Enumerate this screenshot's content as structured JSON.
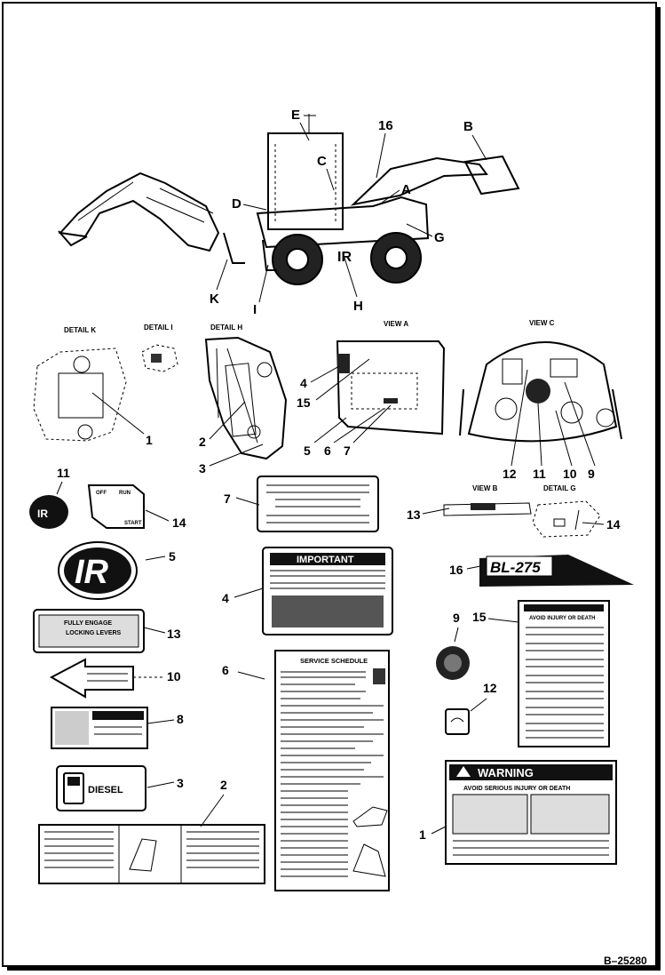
{
  "figure_id": "B–25280",
  "view_labels": {
    "detail_k": "DETAIL K",
    "detail_i": "DETAIL I",
    "detail_h": "DETAIL H",
    "view_a": "VIEW A",
    "view_c": "VIEW C",
    "view_b": "VIEW B",
    "detail_g": "DETAIL G"
  },
  "machine_callouts": {
    "E": "E",
    "B": "B",
    "C": "C",
    "A": "A",
    "D": "D",
    "G": "G",
    "K": "K",
    "I": "I",
    "H": "H",
    "n16": "16"
  },
  "item_numbers": {
    "n1": "1",
    "n2": "2",
    "n3": "3",
    "n4": "4",
    "n5": "5",
    "n6": "6",
    "n7": "7",
    "n8": "8",
    "n9": "9",
    "n10": "10",
    "n11": "11",
    "n12": "12",
    "n13": "13",
    "n14": "14",
    "n15": "15",
    "n16": "16"
  },
  "decal_text": {
    "important": "IMPORTANT",
    "service_schedule": "SERVICE SCHEDULE",
    "warning": "WARNING",
    "avoid_serious_injury": "AVOID SERIOUS INJURY OR DEATH",
    "avoid_injury": "AVOID INJURY OR DEATH",
    "diesel": "DIESEL",
    "model": "BL-275",
    "ir_logo": "IR",
    "fully_engage": "FULLY ENGAGE",
    "locking_levers": "LOCKING LEVERS",
    "run": "RUN",
    "off": "OFF",
    "start": "START"
  },
  "colors": {
    "ink": "#000000",
    "paper": "#ffffff",
    "decal_dark": "#1a1a1a"
  }
}
